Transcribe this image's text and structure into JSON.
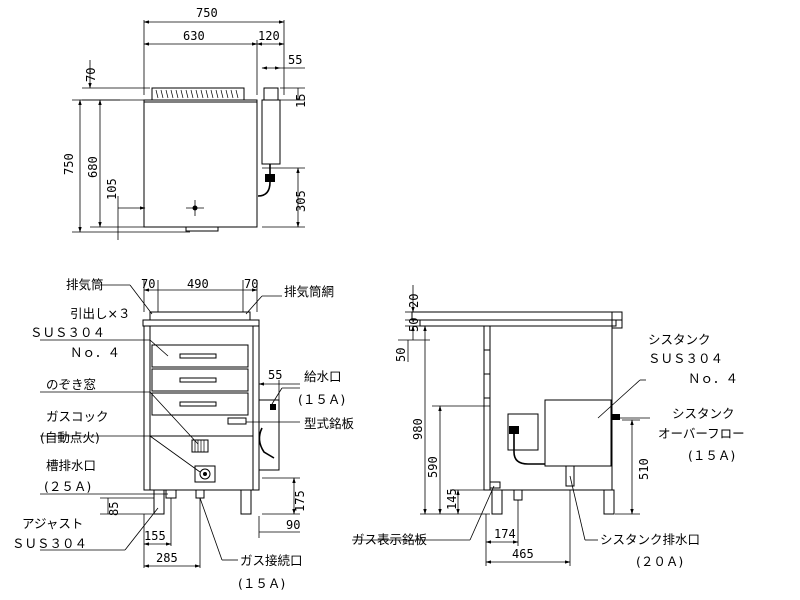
{
  "top_view": {
    "dim_overall_width": "750",
    "dim_body_width": "630",
    "dim_side_width": "120",
    "dim_55": "55",
    "dim_70": "70",
    "dim_15": "15",
    "dim_overall_depth": "750",
    "dim_680": "680",
    "dim_105": "105",
    "dim_305": "305"
  },
  "front_view": {
    "dim_70_left": "70",
    "dim_490": "490",
    "dim_70_right": "70",
    "dim_55": "55",
    "dim_175": "175",
    "dim_90": "90",
    "dim_85": "85",
    "dim_155": "155",
    "dim_285": "285",
    "labels": {
      "exhaust_pipe": "排気筒",
      "exhaust_net": "排気筒網",
      "drawer_1": "引出し×３",
      "drawer_2": "ＳＵＳ３０４",
      "drawer_3": "Ｎｏ．４",
      "peep_window": "のぞき窓",
      "gas_cock_1": "ガスコック",
      "gas_cock_2": "(自動点火)",
      "tank_drain_1": "槽排水口",
      "tank_drain_2": "(２５Ａ)",
      "adjuster_1": "アジャスト",
      "adjuster_2": "ＳＵＳ３０４",
      "water_inlet_1": "給水口",
      "water_inlet_2": "(１５Ａ)",
      "nameplate": "型式銘板",
      "gas_connection_1": "ガス接続口",
      "gas_connection_2": "(１５Ａ)"
    }
  },
  "side_view": {
    "dim_20": "20",
    "dim_50_top": "50",
    "dim_50_side": "50",
    "dim_980": "980",
    "dim_590": "590",
    "dim_145": "145",
    "dim_174": "174",
    "dim_465": "465",
    "dim_510": "510",
    "labels": {
      "cistern_1": "シスタンク",
      "cistern_2": "ＳＵＳ３０４",
      "cistern_3": "Ｎｏ．４",
      "overflow_1": "シスタンク",
      "overflow_2": "オーバーフロー",
      "overflow_3": "(１５Ａ)",
      "gas_plate": "ガス表示銘板",
      "cistern_drain_1": "シスタンク排水口",
      "cistern_drain_2": "(２０Ａ)"
    }
  }
}
